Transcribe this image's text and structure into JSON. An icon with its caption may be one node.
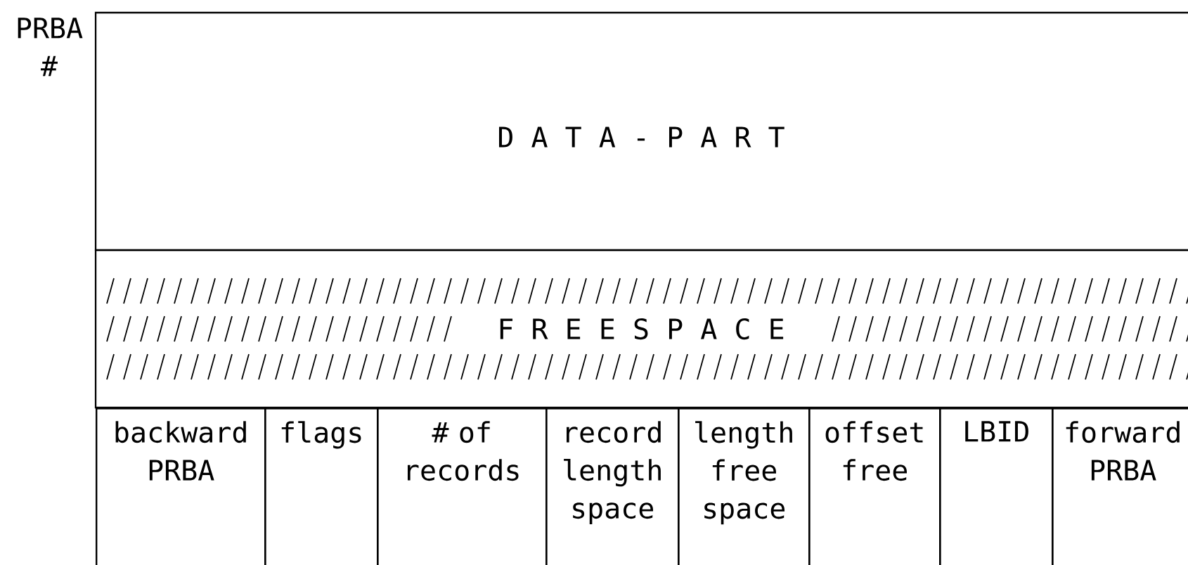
{
  "diagram": {
    "nodes": [
      {
        "text": [
          "D A T A - P A R T"
        ]
      },
      {
        "text": [
          "F R E E S P A C E"
        ]
      },
      {
        "text": [
          "backward PRBA"
        ]
      },
      {
        "text": [
          "flags"
        ]
      },
      {
        "text": [
          "# of records"
        ]
      },
      {
        "text": [
          "record length space"
        ]
      },
      {
        "text": [
          "length free space"
        ]
      },
      {
        "text": [
          "offset free"
        ]
      },
      {
        "text": [
          "LBID"
        ]
      },
      {
        "text": [
          "forward PRBA"
        ]
      }
    ],
    "labels": [
      "PRBA #"
    ]
  }
}
